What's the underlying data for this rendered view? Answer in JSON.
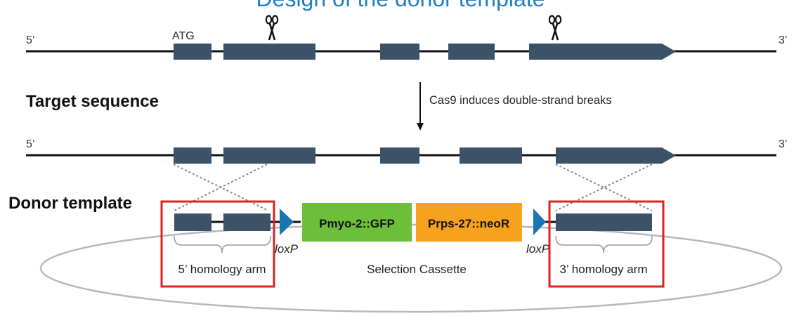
{
  "title": "Design of the donor template",
  "target_label": "Target sequence",
  "donor_label": "Donor template",
  "strand_top": {
    "five_prime": "5’",
    "three_prime": "3’",
    "start_codon": "ATG"
  },
  "strand_cut": {
    "five_prime": "5’",
    "three_prime": "3’"
  },
  "cas9_note": "Cas9 induces double-strand breaks",
  "cassette": {
    "gfp_label": "Pmyo-2::GFP",
    "neo_label": "Prps-27::neoR",
    "loxp_left": "loxP",
    "loxp_right": "loxP",
    "selection_label": "Selection Cassette"
  },
  "homology": {
    "left": "5’ homology arm",
    "right": "3’ homology arm"
  },
  "icons": [
    "scissors-icon",
    "scissors-icon",
    "arrow-down-icon",
    "loxp-triangle-icon",
    "loxp-triangle-icon"
  ],
  "colors": {
    "exon": "#3c5268",
    "gfp": "#6dbf3b",
    "neo": "#f7a21c",
    "loxp": "#1a75b5",
    "highlight": "#e0201f",
    "title": "#1f7fc5"
  }
}
